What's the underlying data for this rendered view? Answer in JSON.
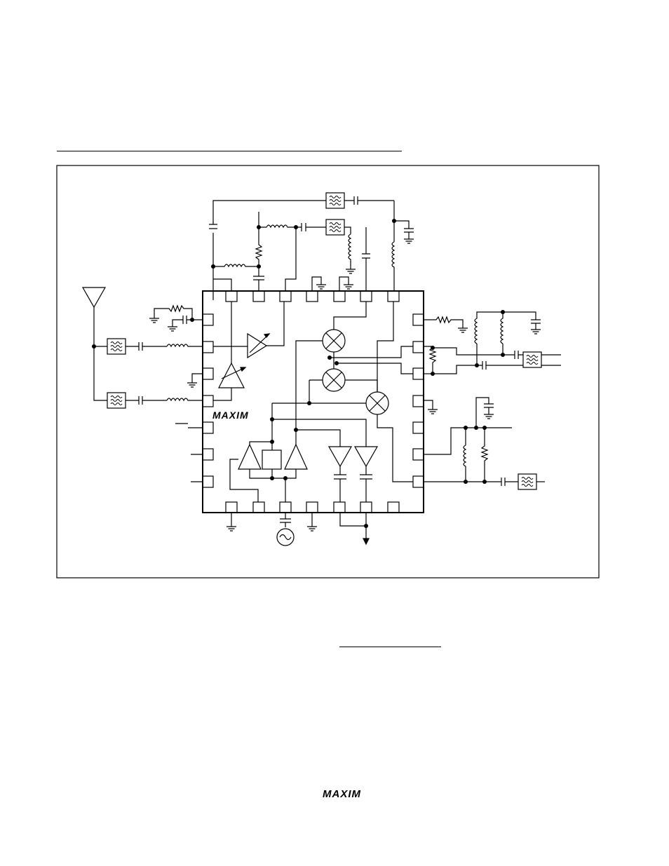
{
  "page": {
    "logo_text": "MAXIM",
    "ic_logo_text": "MAXIM"
  },
  "colors": {
    "ink": "#000000",
    "paper": "#ffffff"
  },
  "diagram": {
    "chip": {
      "name": "MAXIM",
      "top_pins": 7,
      "bottom_pins": 7,
      "left_pins": 7,
      "right_pins": 7
    }
  }
}
